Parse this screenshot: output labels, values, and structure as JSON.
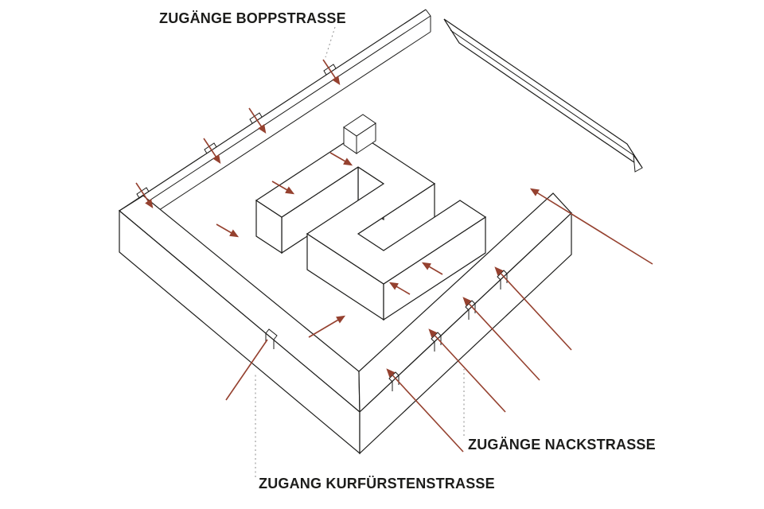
{
  "diagram": {
    "title": "Site access axonometric diagram",
    "labels": {
      "boppstrasse": "ZUGÄNGE BOPPSTRASSE",
      "nackstrasse": "ZUGÄNGE NACKSTRASSE",
      "kurfuerstenstrasse": "ZUGANG KURFÜRSTENSTRASSE"
    },
    "colors": {
      "outline": "#1d1d1b",
      "arrow": "#95412f",
      "leader": "#8c8c8c",
      "background": "#ffffff",
      "label_text": "#1d1d1b"
    }
  }
}
